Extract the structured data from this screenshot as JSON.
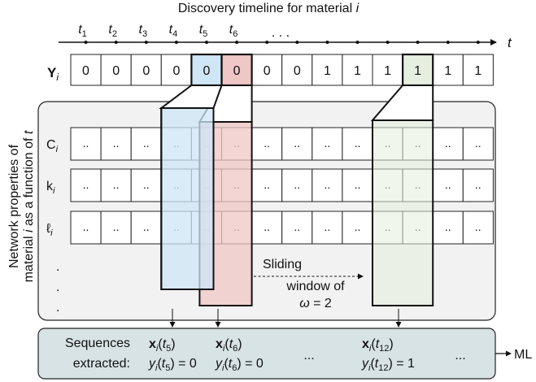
{
  "title": "Discovery timeline for material i",
  "timeline": {
    "axis_label": "t",
    "ellipsis": ". . .",
    "ticks": [
      {
        "base": "t",
        "sub": "1"
      },
      {
        "base": "t",
        "sub": "2"
      },
      {
        "base": "t",
        "sub": "3"
      },
      {
        "base": "t",
        "sub": "4"
      },
      {
        "base": "t",
        "sub": "5"
      },
      {
        "base": "t",
        "sub": "6"
      }
    ]
  },
  "y_row": {
    "label_base": "Y",
    "label_sub": "i",
    "values": [
      "0",
      "0",
      "0",
      "0",
      "0",
      "0",
      "0",
      "0",
      "1",
      "1",
      "1",
      "1",
      "1",
      "1"
    ],
    "highlight_blue_index": 4,
    "highlight_red_index": 5,
    "highlight_green_index": 11
  },
  "network_panel": {
    "side_label_line1": "Network properties of",
    "side_label_line2": "material i as a function of t",
    "rows": [
      {
        "base": "C",
        "sub": "i"
      },
      {
        "base": "k",
        "sub": "i"
      },
      {
        "base": "ℓ",
        "sub": "i"
      }
    ],
    "cell_text": "..",
    "ellipsis_dot": ".",
    "sliding_note_line1": "Sliding",
    "sliding_note_line2": "window of",
    "sliding_note_line3": "ω = 2"
  },
  "sequences": {
    "label_line1": "Sequences",
    "label_line2": "extracted:",
    "items": [
      {
        "x": "x",
        "x_sub": "i",
        "x_arg": "t",
        "x_arg_sub": "5",
        "y": "y",
        "y_sub": "i",
        "y_arg_sub": "5",
        "y_val": "0"
      },
      {
        "x": "x",
        "x_sub": "i",
        "x_arg": "t",
        "x_arg_sub": "6",
        "y": "y",
        "y_sub": "i",
        "y_arg_sub": "6",
        "y_val": "0"
      },
      {
        "x": "x",
        "x_sub": "i",
        "x_arg": "t",
        "x_arg_sub": "12",
        "y": "y",
        "y_sub": "i",
        "y_arg_sub": "12",
        "y_val": "1"
      }
    ],
    "ellipsis": "...",
    "output_label": "ML"
  },
  "colors": {
    "blue_fill": "#cfe6f7",
    "red_fill": "#efc7c6",
    "green_fill": "#e6efdf",
    "panel_fill": "#f2f2f2",
    "seq_fill": "#d7e3e5"
  }
}
